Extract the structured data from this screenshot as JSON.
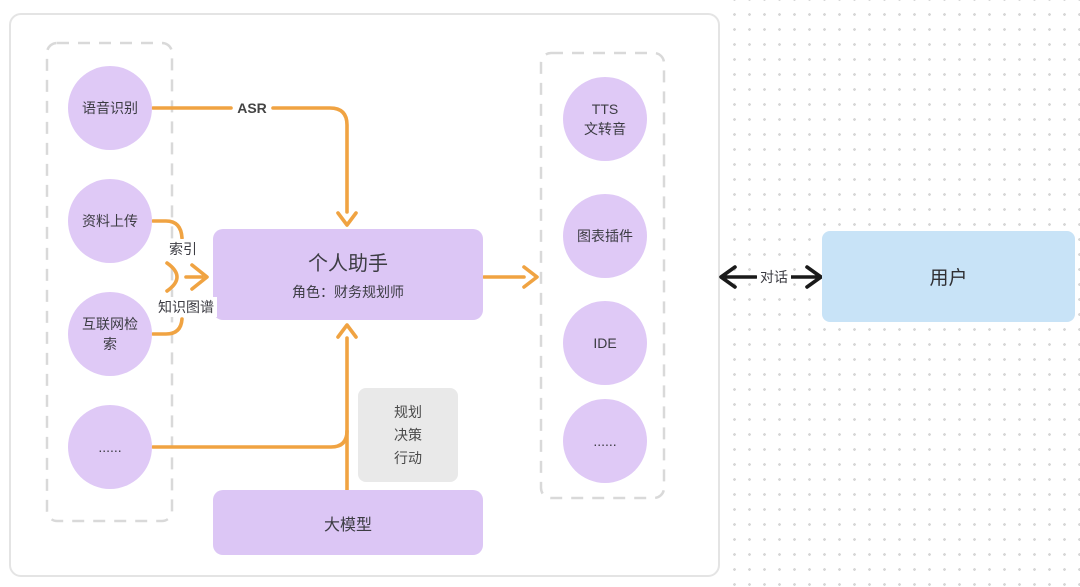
{
  "diagram": {
    "input_group": {
      "items": [
        {
          "label": "语音识别"
        },
        {
          "label": "资料上传"
        },
        {
          "label": "互联网检\n索"
        },
        {
          "label": "......"
        }
      ]
    },
    "assistant_box": {
      "title": "个人助手",
      "subtitle": "角色：财务规划师"
    },
    "planning_box": {
      "label": "规划\n决策\n行动"
    },
    "llm_box": {
      "label": "大模型"
    },
    "output_group": {
      "items": [
        {
          "label": "TTS\n文转音"
        },
        {
          "label": "图表插件"
        },
        {
          "label": "IDE"
        },
        {
          "label": "......"
        }
      ]
    },
    "edge_labels": {
      "asr": "ASR",
      "index": "索引",
      "knowledge_graph": "知识图谱",
      "dialog": "对话"
    },
    "user_box": {
      "label": "用户"
    },
    "colors": {
      "orange_arrow": "#F0A342",
      "black_arrow": "#1A1A1A",
      "node_purple": "#DFC9F6",
      "box_purple": "#DCC6F5",
      "planning_gray": "#E9E9E9",
      "user_blue": "#C8E3F7",
      "dashed_border": "#D9D9D9",
      "panel_border": "#E4E4E4"
    }
  }
}
